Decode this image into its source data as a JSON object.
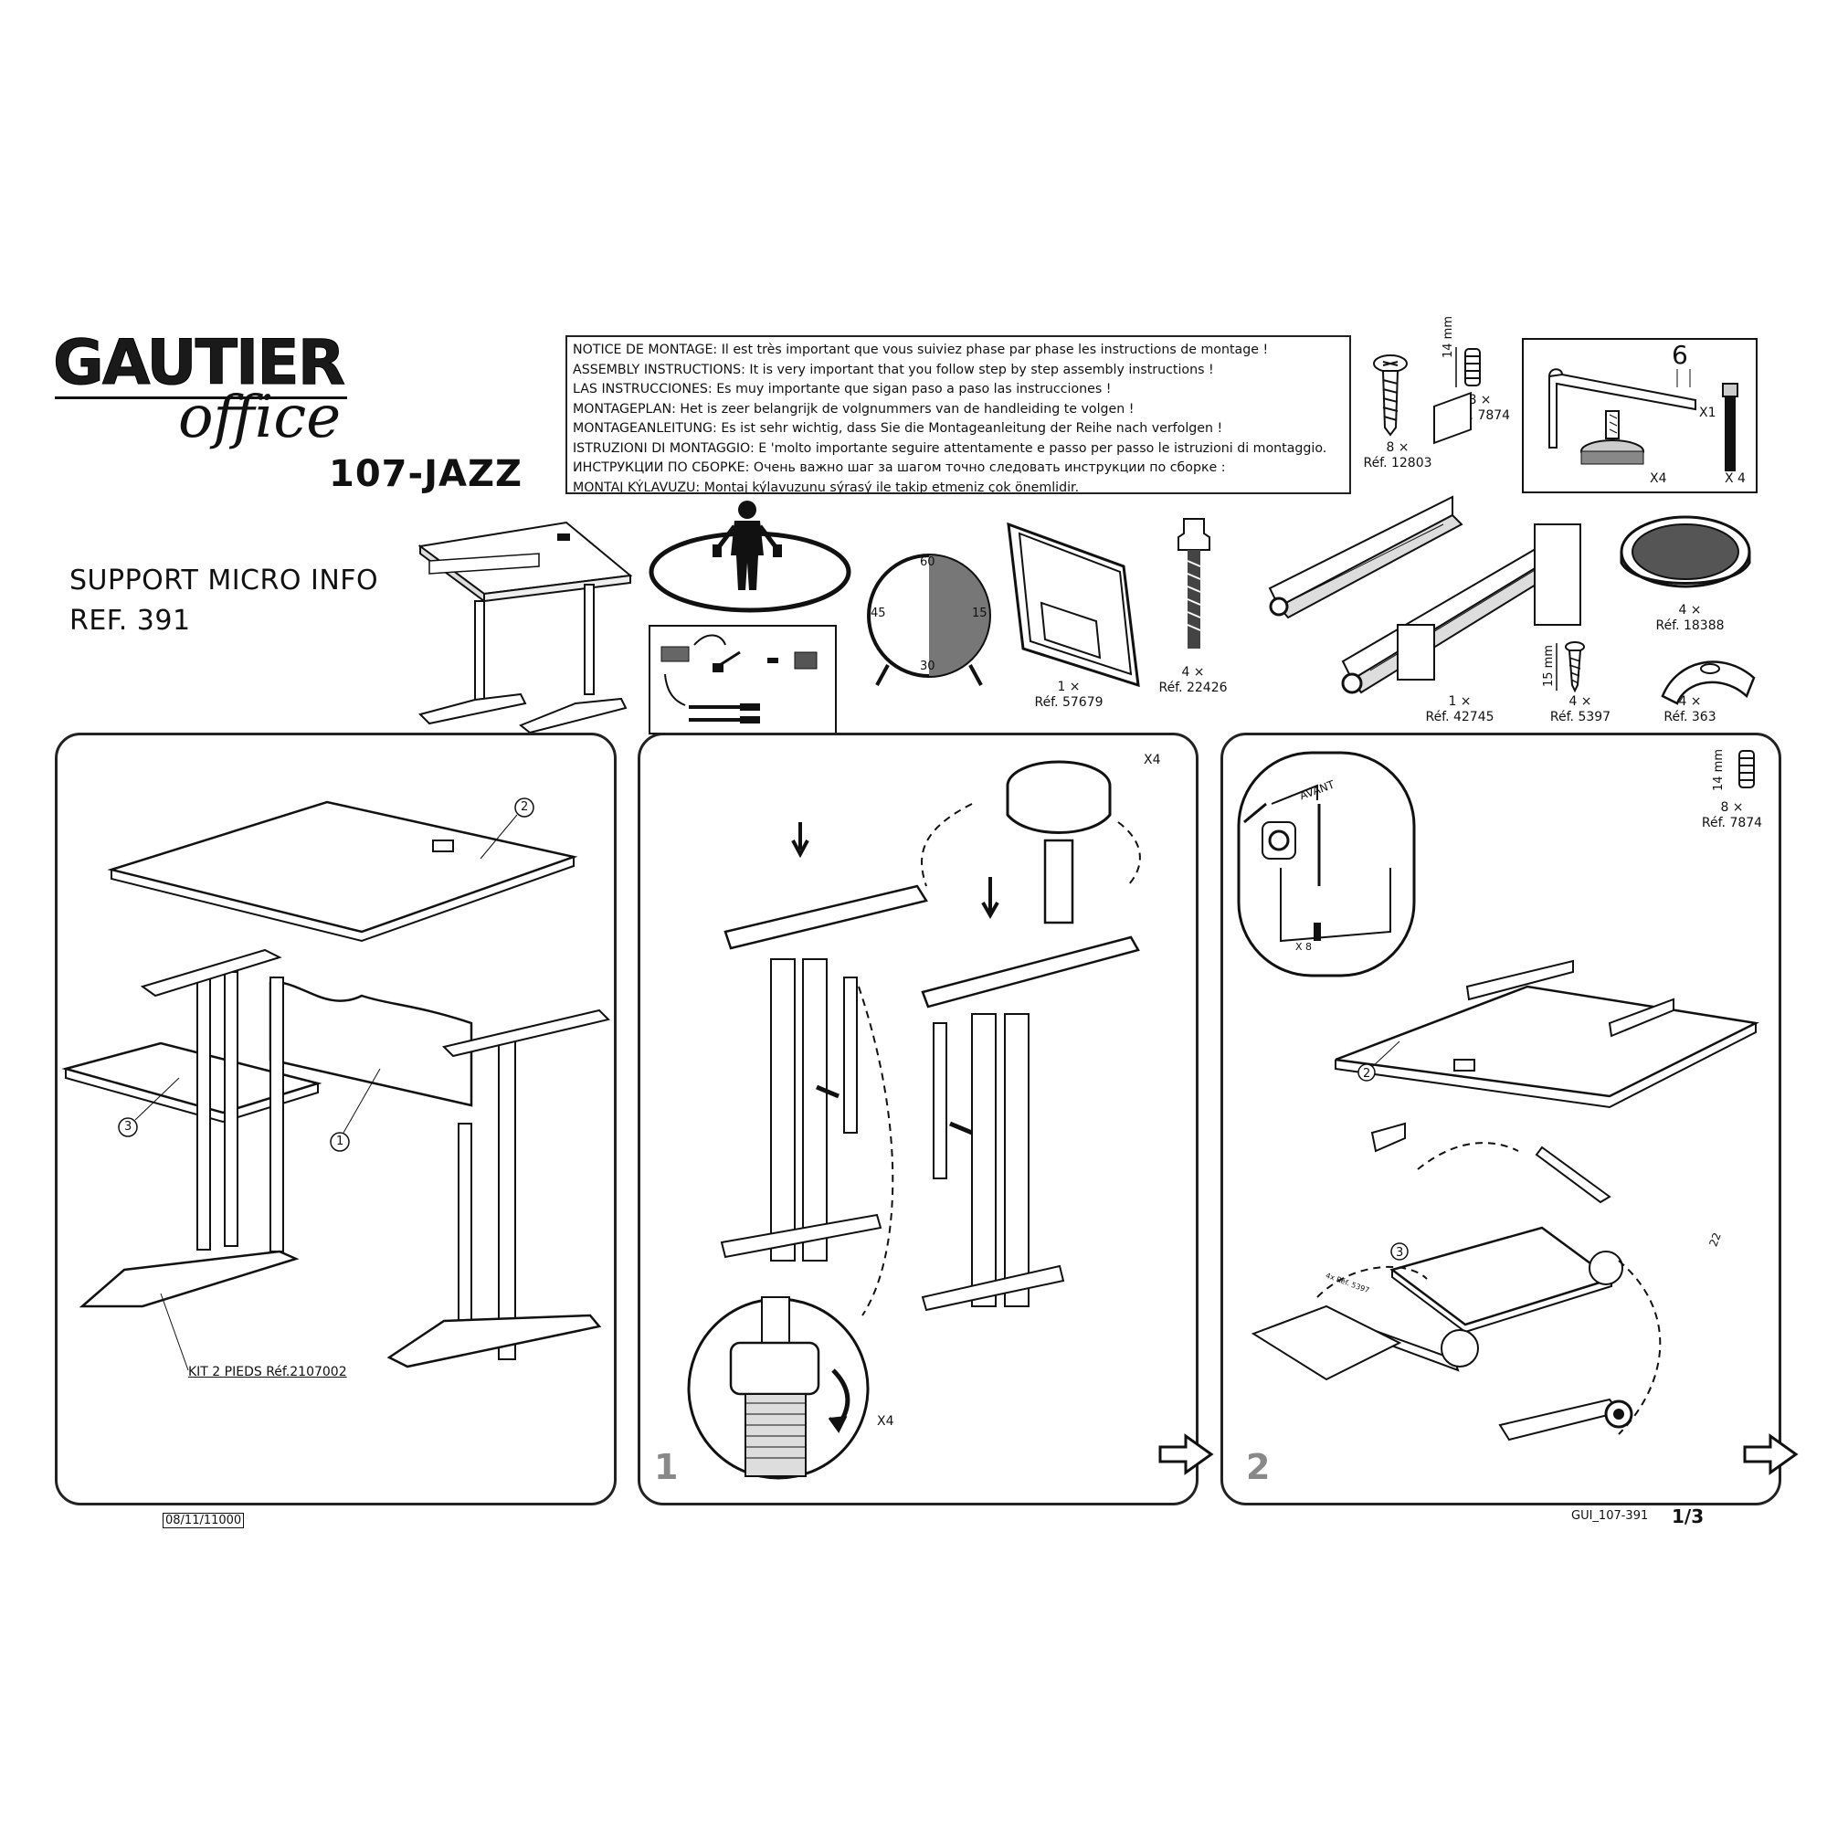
{
  "brand": {
    "name": "GAUTIER",
    "sub": "office",
    "model": "107-JAZZ"
  },
  "product": {
    "title": "SUPPORT MICRO INFO",
    "ref": "REF. 391"
  },
  "notice": [
    "NOTICE DE MONTAGE: Il est très important que vous suiviez phase par phase les instructions de montage !",
    "ASSEMBLY INSTRUCTIONS: It is very important that you follow step by step assembly instructions !",
    "LAS INSTRUCCIONES: Es muy importante que sigan paso a paso las instrucciones !",
    "MONTAGEPLAN: Het is zeer belangrijk de volgnummers van de handleiding te volgen !",
    "MONTAGEANLEITUNG: Es ist sehr wichtig, dass Sie die Montageanleitung der Reihe nach verfolgen !",
    "ISTRUZIONI DI MONTAGGIO: E 'molto importante seguire attentamente e passo per passo le istruzioni di montaggio.",
    "ИНСТРУКЦИИ ПО СБОРКЕ: Очень важно шаг за шагом точно следовать инструкции по сборке :",
    "MONTAJ KÝLAVUZU: Montaj kýlavuzunu sýrasý ile takip etmeniz çok önemlidir."
  ],
  "hardware": {
    "screw_12803": "8 ×\nRéf. 12803",
    "dowel_7874": "8 ×\nRéf. 7874",
    "dim_14mm": "14 mm",
    "allen_key_size": "6",
    "x1": "X1",
    "x4_left": "X4",
    "x4_right": "X 4",
    "part_57679": "1 ×\nRéf. 57679",
    "part_22426": "4 ×\nRéf. 22426",
    "part_42745": "1 ×\nRéf. 42745",
    "part_5397": "4 ×\nRéf. 5397",
    "dim_15mm": "15 mm",
    "part_18388": "4 ×\nRéf. 18388",
    "part_363": "4 ×\nRéf. 363"
  },
  "clock": {
    "t60": "60",
    "t15": "15",
    "t30": "30",
    "t45": "45"
  },
  "panels": {
    "overview": {
      "callouts": [
        "1",
        "2",
        "3"
      ],
      "kit_label": "KIT 2 PIEDS Réf.2107002"
    },
    "step1": {
      "number": "1",
      "x4_top": "X4",
      "x4_bottom": "X4"
    },
    "step2": {
      "number": "2",
      "avant": "AVANT",
      "x8": "X 8",
      "dowel": "8 ×\nRéf. 7874",
      "dim_14mm": "14 mm",
      "callout_2": "2",
      "callout_3": "3",
      "dim_22": "22",
      "small_ref": "4x Réf. 5397"
    }
  },
  "footer": {
    "date": "08/11/11000",
    "doc": "GUI_107-391",
    "page": "1/3"
  }
}
